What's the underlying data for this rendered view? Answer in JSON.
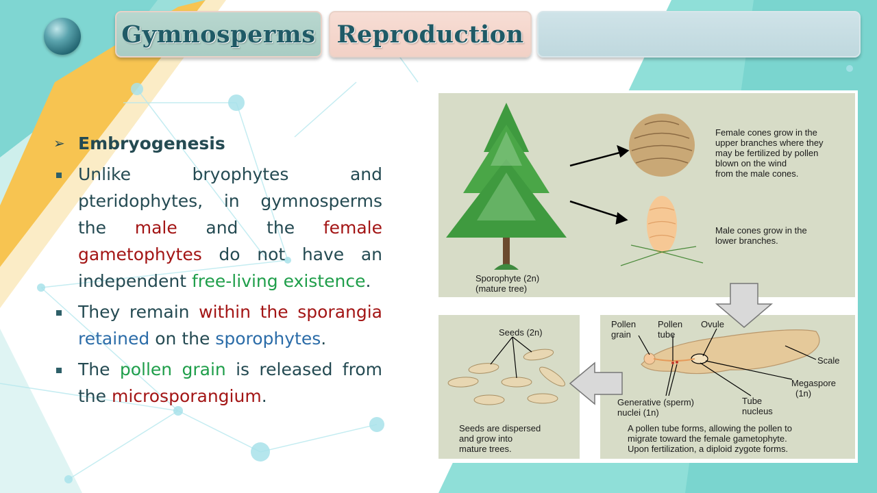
{
  "tabs": [
    "Gymnosperms",
    "Reproduction",
    ""
  ],
  "heading": "Embryogenesis",
  "bullets": [
    [
      {
        "t": "Unlike bryophytes and pteridophytes, in gymnosperms the ",
        "c": ""
      },
      {
        "t": "male",
        "c": "red"
      },
      {
        "t": " and the ",
        "c": ""
      },
      {
        "t": "female gametophytes",
        "c": "red"
      },
      {
        "t": " do not have an independent ",
        "c": ""
      },
      {
        "t": "free-living existence",
        "c": "green"
      },
      {
        "t": ".",
        "c": ""
      }
    ],
    [
      {
        "t": "They remain ",
        "c": ""
      },
      {
        "t": "within the sporangia",
        "c": "red"
      },
      {
        "t": " ",
        "c": ""
      },
      {
        "t": "retained",
        "c": "blue"
      },
      {
        "t": " on the ",
        "c": ""
      },
      {
        "t": "sporophytes",
        "c": "blue"
      },
      {
        "t": ".",
        "c": ""
      }
    ],
    [
      {
        "t": "The ",
        "c": ""
      },
      {
        "t": "pollen grain",
        "c": "green"
      },
      {
        "t": " is released from the ",
        "c": ""
      },
      {
        "t": "microsporangium",
        "c": "red"
      },
      {
        "t": ".",
        "c": ""
      }
    ]
  ],
  "figure": {
    "female_cones": [
      "Female cones grow in the",
      "upper branches where they",
      "may be fertilized by pollen",
      "blown on the wind",
      "from the male cones."
    ],
    "male_cones": [
      "Male cones grow in the",
      "lower branches."
    ],
    "sporophyte": [
      "Sporophyte (2n)",
      "(mature tree)"
    ],
    "seeds_label": "Seeds (2n)",
    "seeds_caption": [
      "Seeds are dispersed",
      "and grow into",
      "mature trees."
    ],
    "pollen_grain": [
      "Pollen",
      "grain"
    ],
    "pollen_tube": [
      "Pollen",
      "tube"
    ],
    "ovule": "Ovule",
    "scale": "Scale",
    "megaspore": [
      "Megaspore",
      "(1n)"
    ],
    "generative": [
      "Generative (sperm)",
      "nuclei (1n)"
    ],
    "tube_nucleus": [
      "Tube",
      "nucleus"
    ],
    "tube_caption": [
      "A pollen tube forms, allowing the pollen to",
      "migrate toward the female gametophyte.",
      "Upon fertilization, a diploid zygote forms."
    ]
  }
}
